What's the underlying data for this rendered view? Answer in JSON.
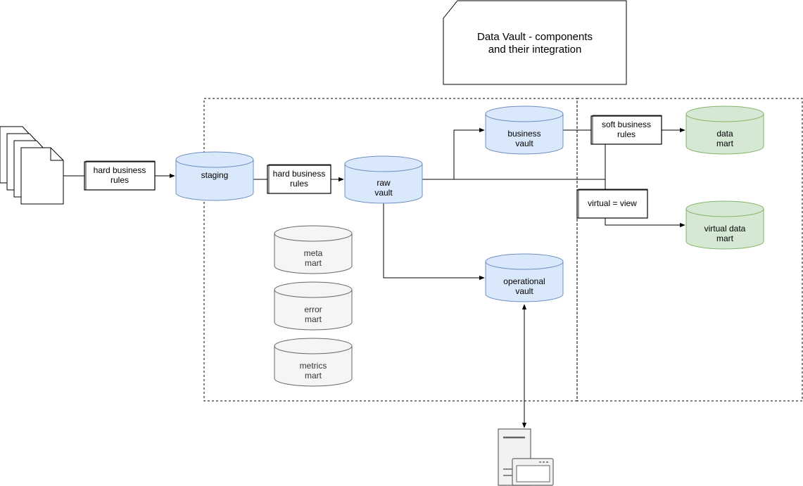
{
  "title": {
    "line1": "Data Vault - components",
    "line2": "and their integration"
  },
  "labels": {
    "hard_rules_1": {
      "line1": "hard business",
      "line2": "rules"
    },
    "hard_rules_2": {
      "line1": "hard business",
      "line2": "rules"
    },
    "soft_rules": {
      "line1": "soft business",
      "line2": "rules"
    },
    "virtual_view": "virtual = view"
  },
  "stores": {
    "staging": {
      "line1": "staging",
      "line2": ""
    },
    "raw_vault": {
      "line1": "raw",
      "line2": "vault"
    },
    "business_vault": {
      "line1": "business",
      "line2": "vault"
    },
    "operational_vault": {
      "line1": "operational",
      "line2": "vault"
    },
    "data_mart": {
      "line1": "data",
      "line2": "mart"
    },
    "virtual_data_mart": {
      "line1": "virtual data",
      "line2": "mart"
    },
    "meta_mart": {
      "line1": "meta",
      "line2": "mart"
    },
    "error_mart": {
      "line1": "error",
      "line2": "mart"
    },
    "metrics_mart": {
      "line1": "metrics",
      "line2": "mart"
    }
  },
  "colors": {
    "vault_fill": "#dae8fc",
    "vault_stroke": "#6c8ebf",
    "mart_fill": "#d5e8d4",
    "mart_stroke": "#82b366",
    "util_fill": "#f5f5f5",
    "util_stroke": "#666666"
  },
  "icons": {
    "sources": "documents-stack-icon",
    "app": "server-application-icon"
  }
}
